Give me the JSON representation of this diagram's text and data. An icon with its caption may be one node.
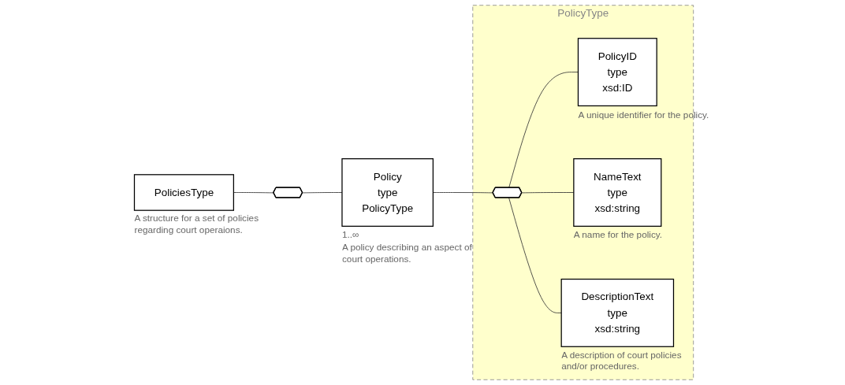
{
  "diagram": {
    "nodes": [
      {
        "text": [
          "PoliciesType"
        ],
        "beside": [
          "A structure for a set of policies regarding court operaions."
        ]
      },
      {
        "text": [],
        "shape": "octagon"
      },
      {
        "text": [
          "Policy",
          "type",
          "PolicyType"
        ],
        "beside": [
          "1..∞",
          "A policy describing an aspect of court operations."
        ]
      },
      {
        "text": [
          "PolicyType"
        ]
      },
      {
        "text": [],
        "shape": "octagon",
        "in": 3
      },
      {
        "text": [
          "PolicyID",
          "type",
          "xsd:ID"
        ],
        "beside": [
          "A unique identifier for the policy."
        ],
        "in": 3
      },
      {
        "text": [
          "NameText",
          "type",
          "xsd:string"
        ],
        "beside": [
          "A name for the policy."
        ],
        "in": 3
      },
      {
        "text": [
          "DescriptionText",
          "type",
          "xsd:string"
        ],
        "beside": [
          "A description of court policies and/or procedures."
        ],
        "in": 3
      }
    ],
    "edges": [
      {
        "from": 0,
        "to": 1,
        "arrow": "none"
      },
      {
        "from": 1,
        "to": 2,
        "arrow": "none"
      },
      {
        "from": 2,
        "to": 4,
        "arrow": "none"
      },
      {
        "from": 4,
        "to": 5,
        "arrow": "none"
      },
      {
        "from": 4,
        "to": 6,
        "arrow": "none"
      },
      {
        "from": 4,
        "to": 7,
        "arrow": "none"
      }
    ]
  }
}
